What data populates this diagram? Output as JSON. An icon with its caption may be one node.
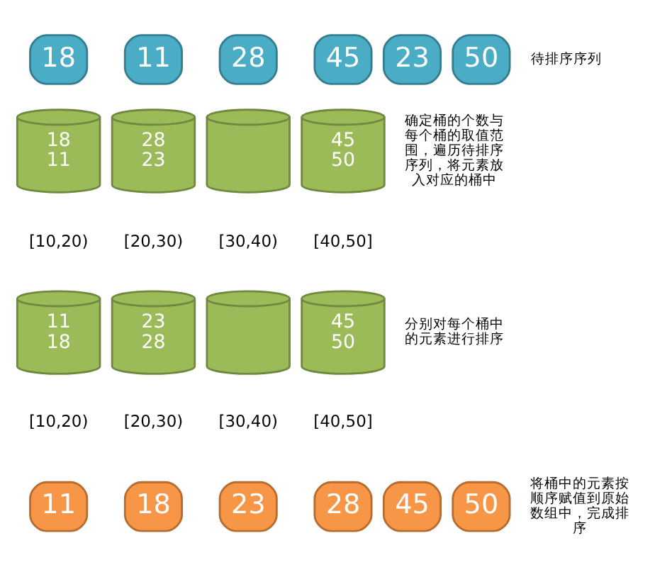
{
  "diagram": {
    "nodes": [
      {
        "text": [
          "18"
        ]
      },
      {
        "text": [
          "11"
        ]
      },
      {
        "text": [
          "28"
        ]
      },
      {
        "text": [
          "45"
        ]
      },
      {
        "text": [
          "23"
        ]
      },
      {
        "text": [
          "50"
        ]
      },
      {
        "text": [
          "18 11"
        ],
        "beside": [
          "[10,20)"
        ]
      },
      {
        "text": [
          "28 23"
        ],
        "beside": [
          "[20,30)"
        ]
      },
      {
        "text": [],
        "shape": "cylinder",
        "beside": [
          "[30,40)"
        ]
      },
      {
        "text": [
          "45 50"
        ],
        "beside": [
          "[40,50]"
        ]
      },
      {
        "text": [
          "11 18"
        ],
        "beside": [
          "[10,20)"
        ]
      },
      {
        "text": [
          "23 28"
        ],
        "beside": [
          "[20,30)"
        ]
      },
      {
        "text": [],
        "shape": "cylinder",
        "beside": [
          "[30,40)"
        ]
      },
      {
        "text": [
          "45 50"
        ],
        "beside": [
          "[40,50]"
        ]
      },
      {
        "text": [
          "11"
        ]
      },
      {
        "text": [
          "18"
        ]
      },
      {
        "text": [
          "23"
        ]
      },
      {
        "text": [
          "28"
        ]
      },
      {
        "text": [
          "45"
        ]
      },
      {
        "text": [
          "50"
        ]
      }
    ],
    "edges": [],
    "labels": [
      "待排序序列",
      "确定桶的个数与每个桶的取值范围，遍历待排序序列，将元素放入对应的桶中",
      "分别对每个桶中的元素进行排序",
      "将桶中的元素按顺序赋值到原始数组中，完成排序"
    ]
  }
}
